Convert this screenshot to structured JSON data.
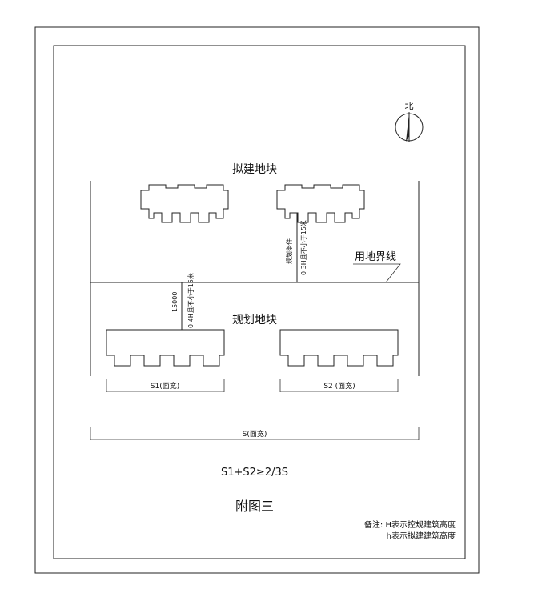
{
  "north_label": "北",
  "proposed_plot_label": "拟建地块",
  "planned_plot_label": "规划地块",
  "boundary_label": "用地界线",
  "dim_upper_line1": "规划条件",
  "dim_upper_line2": "0.3H且不小于15米",
  "dim_lower_line1": "15000",
  "dim_lower_line2": "0.4H且不小于15米",
  "width_s1": "S1(面宽)",
  "width_s2": "S2 (面宽)",
  "width_s": "S(面宽)",
  "formula": "S1+S2≥2/3S",
  "figure_title": "附图三",
  "note_line1": "备注: H表示控规建筑高度",
  "note_line2": "h表示拟建建筑高度"
}
